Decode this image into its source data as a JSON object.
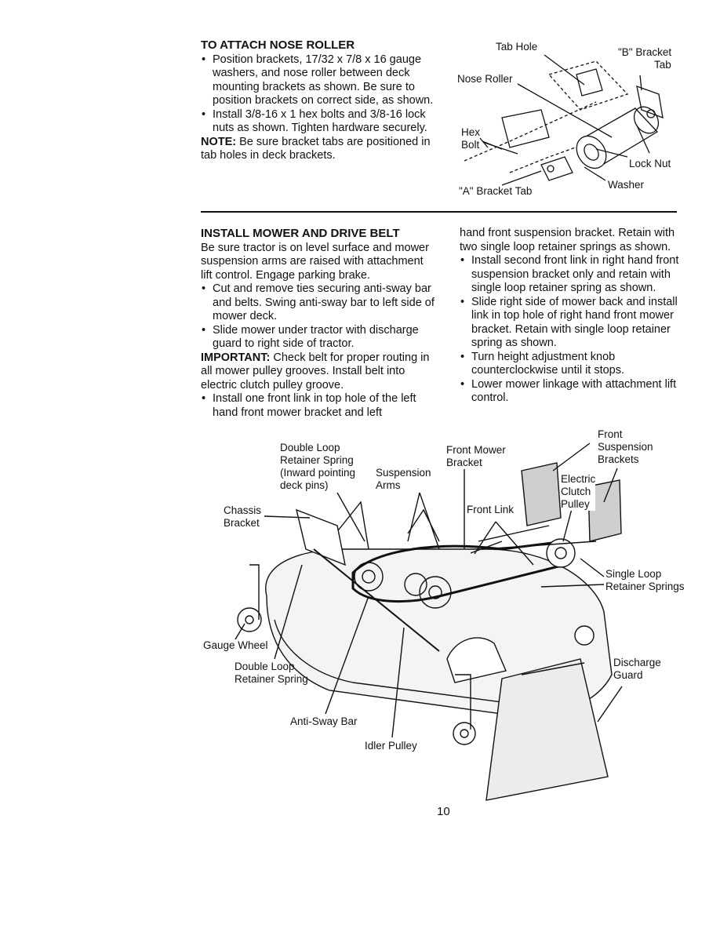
{
  "nose_roller": {
    "heading": "TO ATTACH NOSE ROLLER",
    "bullets": [
      "Position brackets, 17/32 x 7/8 x 16 gauge washers, and nose roller between deck mounting brackets as shown. Be sure to position brackets on correct side, as shown.",
      "Install 3/8-16 x 1 hex bolts and 3/8-16 lock nuts as shown. Tighten hardware securely."
    ],
    "note_label": "NOTE:",
    "note_text": "Be sure bracket tabs are positioned in tab holes in deck brackets."
  },
  "nose_roller_figure": {
    "labels": {
      "tab_hole": "Tab Hole",
      "b_bracket": "\"B\" Bracket",
      "tab": "Tab",
      "nose_roller": "Nose Roller",
      "hex_bolt": "Hex\nBolt",
      "lock_nut": "Lock Nut",
      "washer": "Washer",
      "a_bracket_tab": "\"A\" Bracket Tab"
    }
  },
  "mower_install": {
    "heading": "INSTALL MOWER AND DRIVE BELT",
    "intro": "Be sure tractor is on level surface and mower suspension arms are raised with attachment lift control. Engage parking brake.",
    "bullets_a": [
      "Cut and remove ties securing anti-sway bar and belts. Swing anti-sway bar to left side of mower deck.",
      "Slide mower under tractor with discharge guard to right side of tractor."
    ],
    "important_label": "IMPORTANT:",
    "important_text": "Check belt for proper routing in all mower pulley grooves. Install belt into electric clutch pulley groove.",
    "bullets_b": [
      "Install one front link in top hole of the left hand front mower bracket and left hand front suspension bracket. Retain with two single loop retainer springs as shown.",
      "Install second front link in right hand front suspension bracket only and retain with single loop retainer spring as shown.",
      "Slide right side of mower back and install link in top hole of right hand front mower bracket. Retain with single loop retainer spring as shown.",
      "Turn height adjustment knob counterclockwise until it stops.",
      "Lower mower linkage with attachment lift control."
    ]
  },
  "mower_figure": {
    "labels": {
      "double_loop_top": "Double Loop\nRetainer Spring\n(Inward pointing\ndeck pins)",
      "suspension_arms": "Suspension\nArms",
      "front_mower_bracket": "Front Mower\nBracket",
      "front_suspension_brackets": "Front\nSuspension\nBrackets",
      "chassis_bracket": "Chassis\nBracket",
      "front_link": "Front Link",
      "electric_clutch_pulley": "Electric\nClutch\nPulley",
      "single_loop_springs": "Single Loop\nRetainer Springs",
      "gauge_wheel": "Gauge Wheel",
      "double_loop_bottom": "Double Loop\nRetainer Spring",
      "discharge_guard": "Discharge\nGuard",
      "anti_sway_bar": "Anti-Sway Bar",
      "idler_pulley": "Idler Pulley"
    }
  },
  "page_number": "10"
}
